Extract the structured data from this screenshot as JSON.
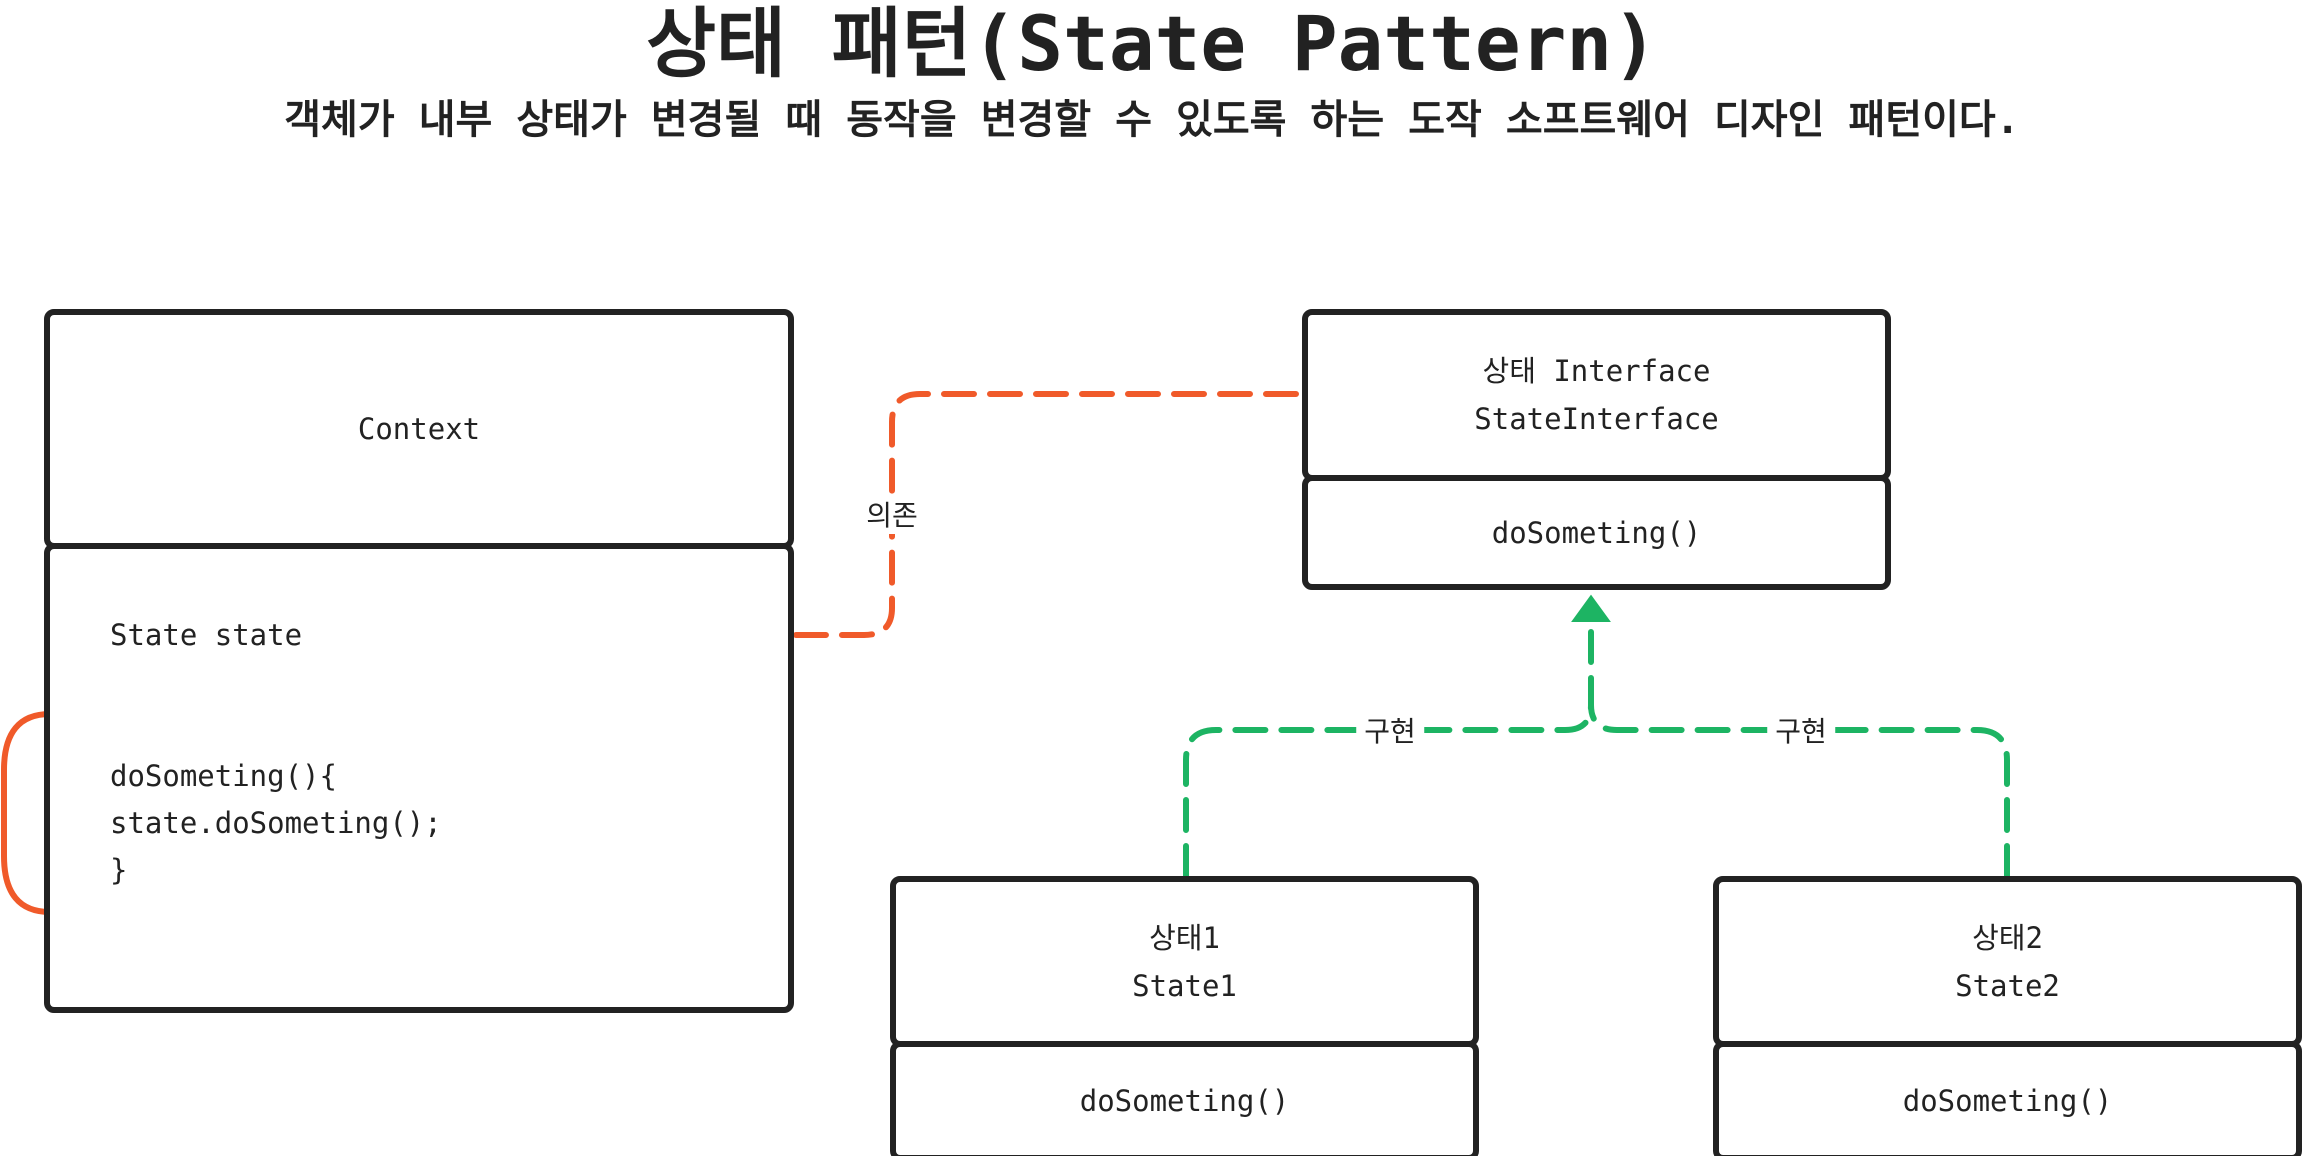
{
  "title": "상태 패턴(State Pattern)",
  "subtitle": "객체가 내부 상태가 변경될 때 동작을 변경할 수 있도록 하는 도작 소프트웨어 디자인 패턴이다.",
  "context": {
    "name": "Context",
    "field": "State state",
    "method_lines": [
      "doSometing(){",
      "state.doSometing();",
      "}"
    ]
  },
  "interface": {
    "label_ko": "상태 Interface",
    "name": "StateInterface",
    "method": "doSometing()"
  },
  "state1": {
    "label_ko": "상태1",
    "name": "State1",
    "method": "doSometing()"
  },
  "state2": {
    "label_ko": "상태2",
    "name": "State2",
    "method": "doSometing()"
  },
  "edges": {
    "dependency": "의존",
    "impl_left": "구현",
    "impl_right": "구현"
  },
  "colors": {
    "dependency": "#f05a2a",
    "implementation": "#1db463",
    "border": "#222222"
  }
}
